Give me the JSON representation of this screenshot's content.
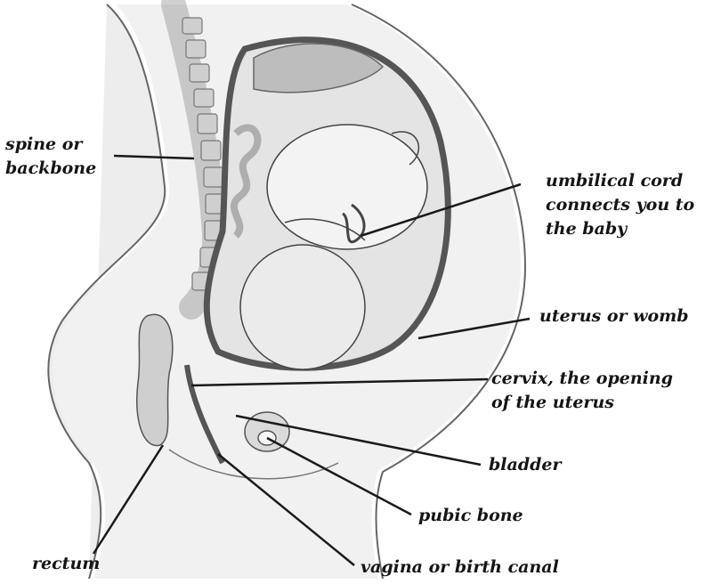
{
  "labels": {
    "spine": [
      "spine or",
      "backbone"
    ],
    "umbilical_cord": [
      "umbilical cord",
      "connects you to",
      "the baby"
    ],
    "uterus": [
      "uterus or womb"
    ],
    "cervix": [
      "cervix, the opening",
      "of the uterus"
    ],
    "bladder": [
      "bladder"
    ],
    "pubic_bone": [
      "pubic bone"
    ],
    "rectum": [
      "rectum"
    ],
    "vagina": [
      "vagina or birth canal"
    ]
  },
  "colors": {
    "ink": "#151515",
    "line": "#1a1a1a",
    "tissue": "#d6d6d6",
    "tissue_dark": "#9a9a9a",
    "background": "#ffffff"
  }
}
